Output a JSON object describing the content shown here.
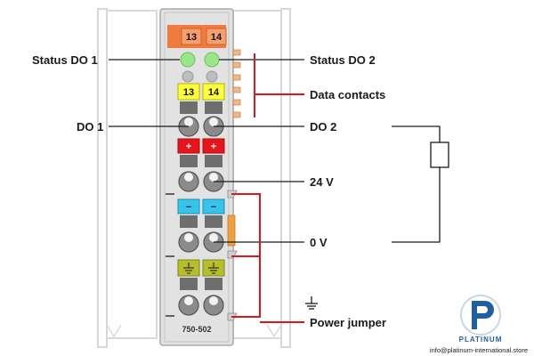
{
  "labels": {
    "status_do1": "Status DO 1",
    "status_do2": "Status DO 2",
    "data_contacts": "Data contacts",
    "do1": "DO 1",
    "do2": "DO 2",
    "v24": "24 V",
    "v0": "0 V",
    "power_jumper": "Power jumper"
  },
  "terminals": {
    "top_left": "13",
    "top_right": "14",
    "yellow_left": "13",
    "yellow_right": "14",
    "plus_left": "+",
    "plus_right": "+",
    "minus_left": "−",
    "minus_right": "−"
  },
  "model_number": "750-502",
  "brand": {
    "name": "PLATINUM",
    "email": "info@platinum-international.store"
  },
  "colors": {
    "orange": "#f07b3f",
    "green_led": "#9be58b",
    "yellow": "#ffff3a",
    "red": "#e8141c",
    "cyan": "#34c4ec",
    "olive": "#b5bf2a",
    "red_line": "#e0141b",
    "brand_blue": "#1f5f9f"
  }
}
